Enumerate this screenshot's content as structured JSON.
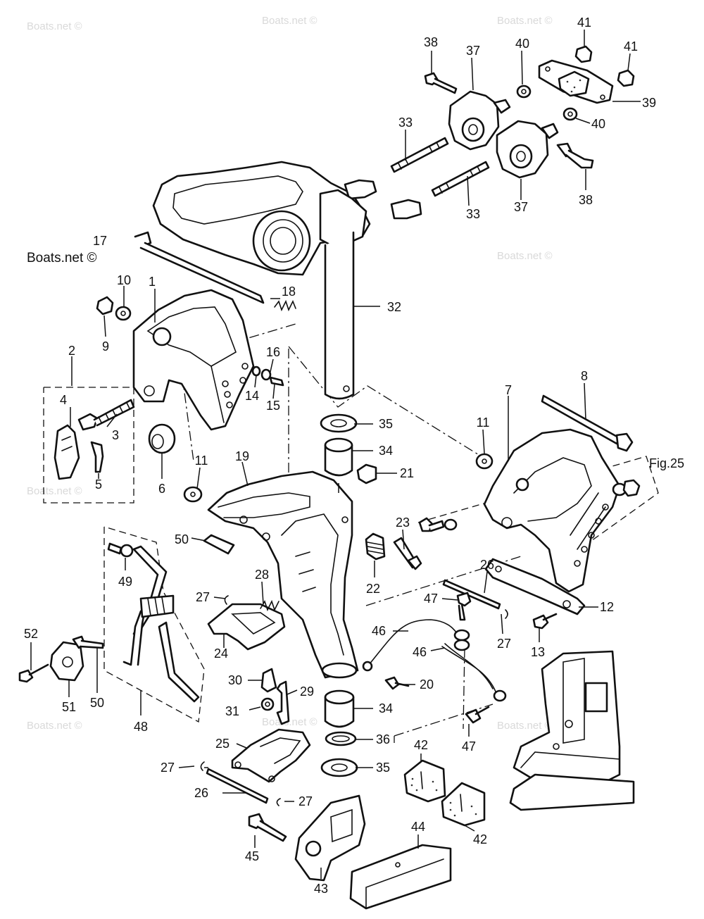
{
  "watermarks": {
    "main": "Boats.net ©",
    "faint": "Boats.net ©"
  },
  "figure_ref": "Fig.25",
  "callouts": {
    "c1": "1",
    "c2": "2",
    "c3": "3",
    "c4": "4",
    "c5": "5",
    "c6": "6",
    "c7": "7",
    "c8": "8",
    "c9": "9",
    "c10": "10",
    "c11a": "11",
    "c11b": "11",
    "c12": "12",
    "c13": "13",
    "c14": "14",
    "c15": "15",
    "c16": "16",
    "c17": "17",
    "c18": "18",
    "c19": "19",
    "c20": "20",
    "c21": "21",
    "c22": "22",
    "c23": "23",
    "c24": "24",
    "c25": "25",
    "c26a": "26",
    "c26b": "26",
    "c27a": "27",
    "c27b": "27",
    "c27c": "27",
    "c27d": "27",
    "c28": "28",
    "c29": "29",
    "c30": "30",
    "c31": "31",
    "c32": "32",
    "c33a": "33",
    "c33b": "33",
    "c34a": "34",
    "c34b": "34",
    "c35a": "35",
    "c35b": "35",
    "c36": "36",
    "c37a": "37",
    "c37b": "37",
    "c38a": "38",
    "c38b": "38",
    "c39": "39",
    "c40a": "40",
    "c40b": "40",
    "c41a": "41",
    "c41b": "41",
    "c42a": "42",
    "c42b": "42",
    "c43": "43",
    "c44": "44",
    "c45": "45",
    "c46a": "46",
    "c46b": "46",
    "c47a": "47",
    "c47b": "47",
    "c48": "48",
    "c49": "49",
    "c50a": "50",
    "c50b": "50",
    "c51": "51",
    "c52": "52"
  }
}
